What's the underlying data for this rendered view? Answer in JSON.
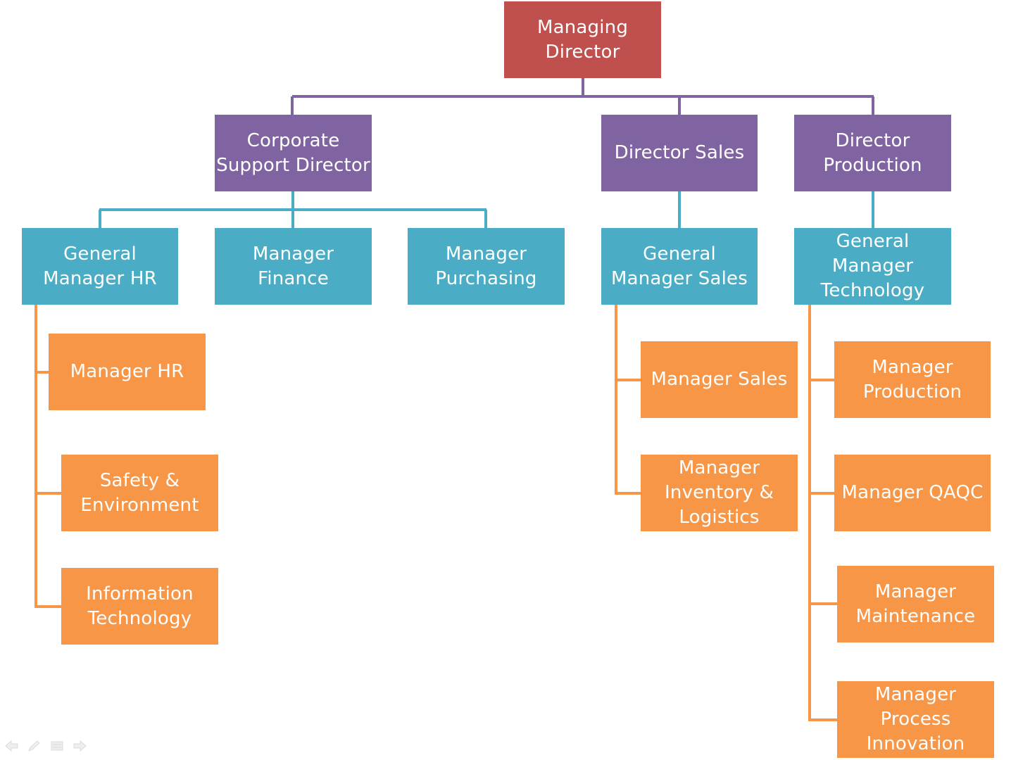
{
  "colors": {
    "level0": "#c0504d",
    "level1": "#8064a2",
    "level2": "#4bacc6",
    "level3": "#f79646"
  },
  "nodes": {
    "managing_director": "Managing Director",
    "corporate_support_director": "Corporate Support Director",
    "director_sales": "Director Sales",
    "director_production": "Director Production",
    "general_manager_hr": "General Manager HR",
    "manager_finance": "Manager Finance",
    "manager_purchasing": "Manager Purchasing",
    "general_manager_sales": "General Manager Sales",
    "general_manager_technology": "General Manager Technology",
    "manager_hr": "Manager HR",
    "safety_environment": "Safety & Environment",
    "information_technology": "Information Technology",
    "manager_sales": "Manager Sales",
    "manager_inventory_logistics": "Manager Inventory & Logistics",
    "manager_production": "Manager Production",
    "manager_qaqc": "Manager QAQC",
    "manager_maintenance": "Manager Maintenance",
    "manager_process_innovation": "Manager Process Innovation"
  },
  "slideshow_controls": [
    "previous-icon",
    "pen-icon",
    "menu-icon",
    "next-icon"
  ]
}
